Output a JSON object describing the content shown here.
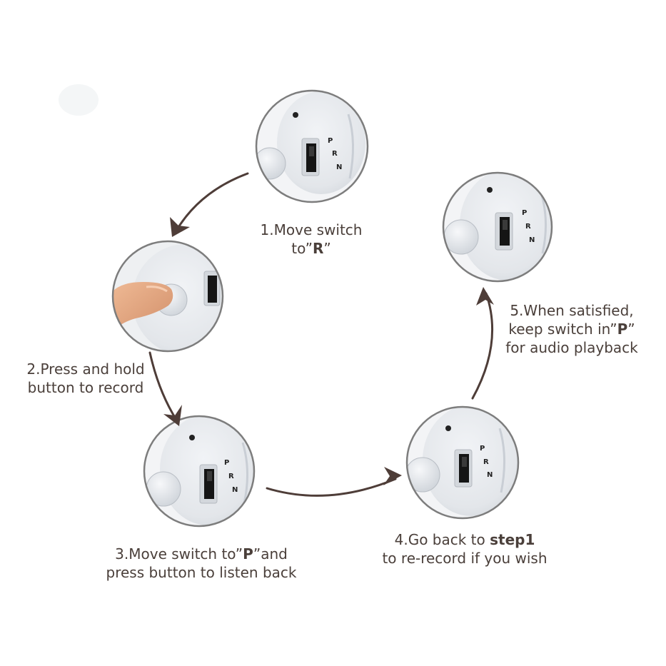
{
  "steps": [
    {
      "number": "1.",
      "line1": "Move switch",
      "line2_prefix": "to”",
      "line2_bold": "R",
      "line2_suffix": "”"
    },
    {
      "number": "2.",
      "line1": "Press and hold",
      "line2": "button to record"
    },
    {
      "number": "3.",
      "line1_prefix": "Move switch to”",
      "line1_bold": "P",
      "line1_suffix": "”and",
      "line2": "press button to listen back"
    },
    {
      "number": "4.",
      "line1_prefix": "Go back to ",
      "line1_bold": "step1",
      "line2": "to re-record if you wish"
    },
    {
      "number": "5.",
      "line1": "When satisfied,",
      "line2_prefix": "keep switch in”",
      "line2_bold": "P",
      "line2_suffix": "”",
      "line3": "for audio playback"
    }
  ],
  "switch_labels": [
    "P",
    "R",
    "N"
  ],
  "colors": {
    "arrow": "#4e3d38",
    "text": "#4a3f3a",
    "device_body": "#e7eaee",
    "device_shadow": "#c9ced5",
    "circle_border": "#7d7d7d",
    "switch": "#141414",
    "finger": "#e4a77f"
  }
}
